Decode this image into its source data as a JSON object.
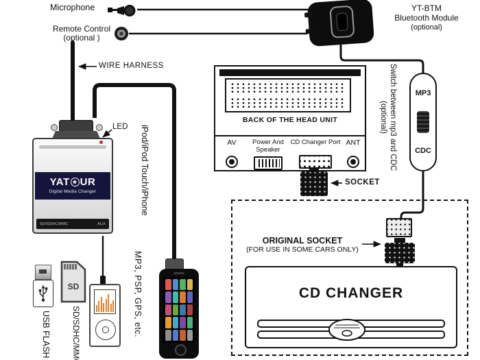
{
  "diagram": {
    "microphone_label": "Microphone",
    "remote_control_label_1": "Remote Control",
    "remote_control_label_2": "(optional )",
    "wire_harness_label": "WIRE HARNESS",
    "led_label": "LED",
    "bt_module_label_1": "YT-BTM",
    "bt_module_label_2": "Bluetooth Module",
    "bt_module_label_3": "(optional)",
    "ipod_cable_label": "iPod/iPod Touch/iPhone",
    "switch_label_1": "Switch between mp3 and CDC",
    "switch_label_2": "(optional)",
    "socket_label": "SOCKET"
  },
  "head_unit": {
    "title": "BACK OF THE HEAD UNIT",
    "port_av_label": "AV",
    "port_power_label": "Power And Speaker",
    "port_cd_label": "CD Changer Port",
    "port_ant_label": "ANT"
  },
  "switch_module": {
    "mp3_label": "MP3",
    "cdc_label": "CDC"
  },
  "yatour_unit": {
    "brand_prefix": "YAT",
    "brand_star": "★",
    "brand_suffix": "UR",
    "subtitle": "Digital Media Changer",
    "slot_label": "SD/SDHC/MMC",
    "aux_label": "AUX"
  },
  "cd_changer_area": {
    "original_socket_label_1": "ORIGINAL SOCKET",
    "original_socket_label_2": "(FOR USE IN SOME CARS ONLY)",
    "cd_changer_title": "CD CHANGER"
  },
  "bottom_devices": {
    "usb_label": "USB FLASH",
    "sd_label": "SD/SDHC/MMC",
    "sd_logo": "SD",
    "mp3_label": "MP3, PSP, GPS, etc."
  },
  "colors": {
    "line": "#111111",
    "brand_band": "#14143c",
    "eq_bars": "#e2812f"
  }
}
